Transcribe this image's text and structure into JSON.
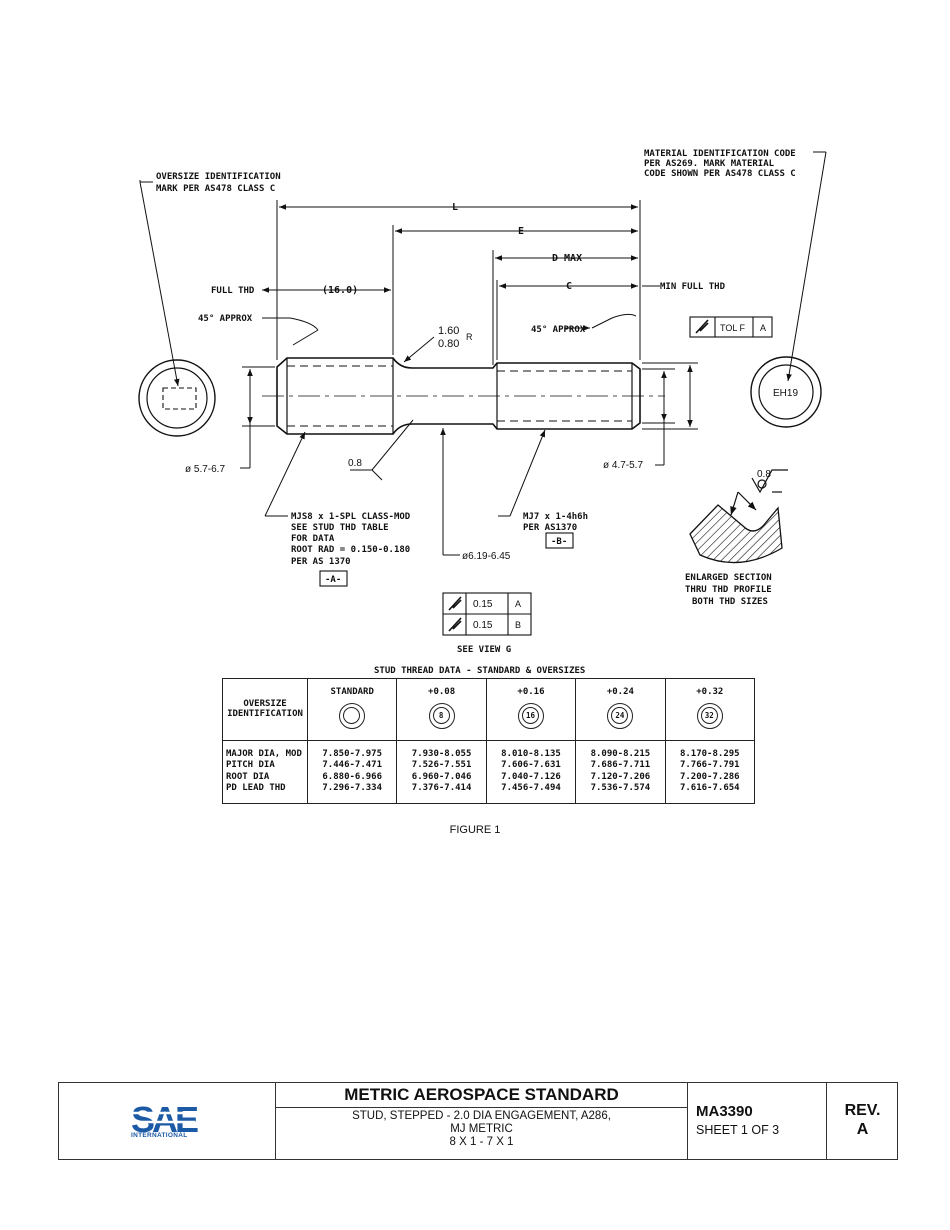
{
  "drawing": {
    "callouts": {
      "oversize_mark": [
        "OVERSIZE IDENTIFICATION",
        "MARK PER AS478 CLASS C"
      ],
      "material_code": [
        "MATERIAL IDENTIFICATION CODE",
        "PER AS269.  MARK MATERIAL",
        "CODE SHOWN PER AS478 CLASS C"
      ],
      "full_thd": "FULL THD",
      "full_thd_length": "(16.0)",
      "min_full_thd": "MIN FULL THD",
      "approx_left": "45° APPROX",
      "approx_right": "45° APPROX",
      "radius_top": "1.60",
      "radius_bottom": "0.80",
      "radius_r": "R",
      "dia_left": "ø 5.7-6.7",
      "dia_right": "ø 4.7-5.7",
      "dia_center": "ø6.19-6.45",
      "fillet": "0.8",
      "mjs_thread": [
        "MJS8 x 1-SPL CLASS-MOD",
        "SEE STUD THD TABLE",
        "FOR DATA",
        "ROOT RAD = 0.150-0.180",
        "PER AS 1370"
      ],
      "mj_thread": [
        "MJ7 x 1-4h6h",
        "PER AS1370"
      ],
      "datum_a": "-A-",
      "datum_b": "-B-",
      "see_view": "SEE VIEW G",
      "material_code_mark": "EH19",
      "section_label": [
        "ENLARGED SECTION",
        "THRU THD PROFILE",
        "BOTH THD SIZES"
      ],
      "section_rough": "0.8"
    },
    "dimensions": {
      "L": "L",
      "E": "E",
      "D": "D MAX",
      "C": "C"
    },
    "tolerance_frames": {
      "top": {
        "tol": "TOL F",
        "datum": "A"
      },
      "row1": {
        "value": "0.15",
        "datum": "A"
      },
      "row2": {
        "value": "0.15",
        "datum": "B"
      }
    }
  },
  "table": {
    "title": "STUD THREAD DATA - STANDARD & OVERSIZES",
    "row_header": [
      "OVERSIZE",
      "IDENTIFICATION"
    ],
    "row_labels": [
      "MAJOR DIA, MOD",
      "PITCH DIA",
      "ROOT DIA",
      "PD LEAD THD"
    ],
    "columns": [
      {
        "header": "STANDARD",
        "mark": "",
        "values": [
          "7.850-7.975",
          "7.446-7.471",
          "6.880-6.966",
          "7.296-7.334"
        ]
      },
      {
        "header": "+0.08",
        "mark": "8",
        "values": [
          "7.930-8.055",
          "7.526-7.551",
          "6.960-7.046",
          "7.376-7.414"
        ]
      },
      {
        "header": "+0.16",
        "mark": "16",
        "values": [
          "8.010-8.135",
          "7.606-7.631",
          "7.040-7.126",
          "7.456-7.494"
        ]
      },
      {
        "header": "+0.24",
        "mark": "24",
        "values": [
          "8.090-8.215",
          "7.686-7.711",
          "7.120-7.206",
          "7.536-7.574"
        ]
      },
      {
        "header": "+0.32",
        "mark": "32",
        "values": [
          "8.170-8.295",
          "7.766-7.791",
          "7.200-7.286",
          "7.616-7.654"
        ]
      }
    ]
  },
  "caption": "FIGURE 1",
  "title_block": {
    "logo_text": "SAE",
    "logo_sub": "INTERNATIONAL",
    "main_title": "METRIC AEROSPACE STANDARD",
    "subtitle_lines": [
      "STUD, STEPPED - 2.0 DIA ENGAGEMENT, A286,",
      "MJ METRIC",
      "8 X 1 - 7 X 1"
    ],
    "doc_number": "MA3390",
    "sheet": "SHEET 1 OF 3",
    "rev_label": "REV.",
    "rev_value": "A"
  },
  "colors": {
    "ink": "#111111",
    "logo_blue": "#1c5aa6"
  }
}
